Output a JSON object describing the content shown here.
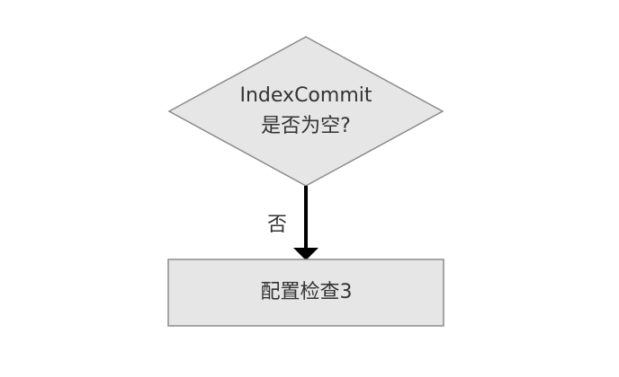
{
  "decision": {
    "line1": "IndexCommit",
    "line2": "是否为空?"
  },
  "edge": {
    "label": "否"
  },
  "process": {
    "label": "配置检查3"
  },
  "colors": {
    "shape_fill": "#e6e6e6",
    "shape_stroke": "#8c8c8c",
    "arrow": "#000000",
    "text": "#333333"
  }
}
